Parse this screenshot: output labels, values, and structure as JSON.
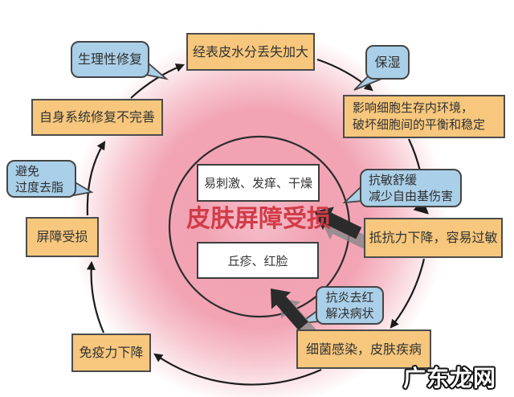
{
  "colors": {
    "box_orange": "#f6c77d",
    "box_border": "#4c4c4c",
    "bubble_blue": "#aacfe8",
    "title_red": "#d23b48",
    "pink_strong": "#f2a2b3",
    "arrow_dark": "#2b2b2b"
  },
  "center": {
    "title": "皮肤屏障受损",
    "symptoms_top": "易刺激、发痒、干燥",
    "symptoms_bottom": "丘疹、红脸"
  },
  "cycle": {
    "water_loss": "经表皮水分丢失加大",
    "cell_env_line1": "影响细胞生存内环境，",
    "cell_env_line2": "破坏细胞间的平衡和稳定",
    "resistance": "抵抗力下降，容易过敏",
    "bacteria": "细菌感染，皮肤疾病",
    "immunity": "免疫力下降",
    "barrier": "屏障受损",
    "self_repair": "自身系统修复不完善"
  },
  "remedies": {
    "physiological": "生理性修复",
    "moisturize": "保湿",
    "avoid_line1": "避免",
    "avoid_line2": "过度去脂",
    "soothe_line1": "抗敏舒缓",
    "soothe_line2": "减少自由基伤害",
    "anti_inflammatory_line1": "抗炎去红",
    "anti_inflammatory_line2": "解决病状"
  },
  "watermark": "广东龙网"
}
